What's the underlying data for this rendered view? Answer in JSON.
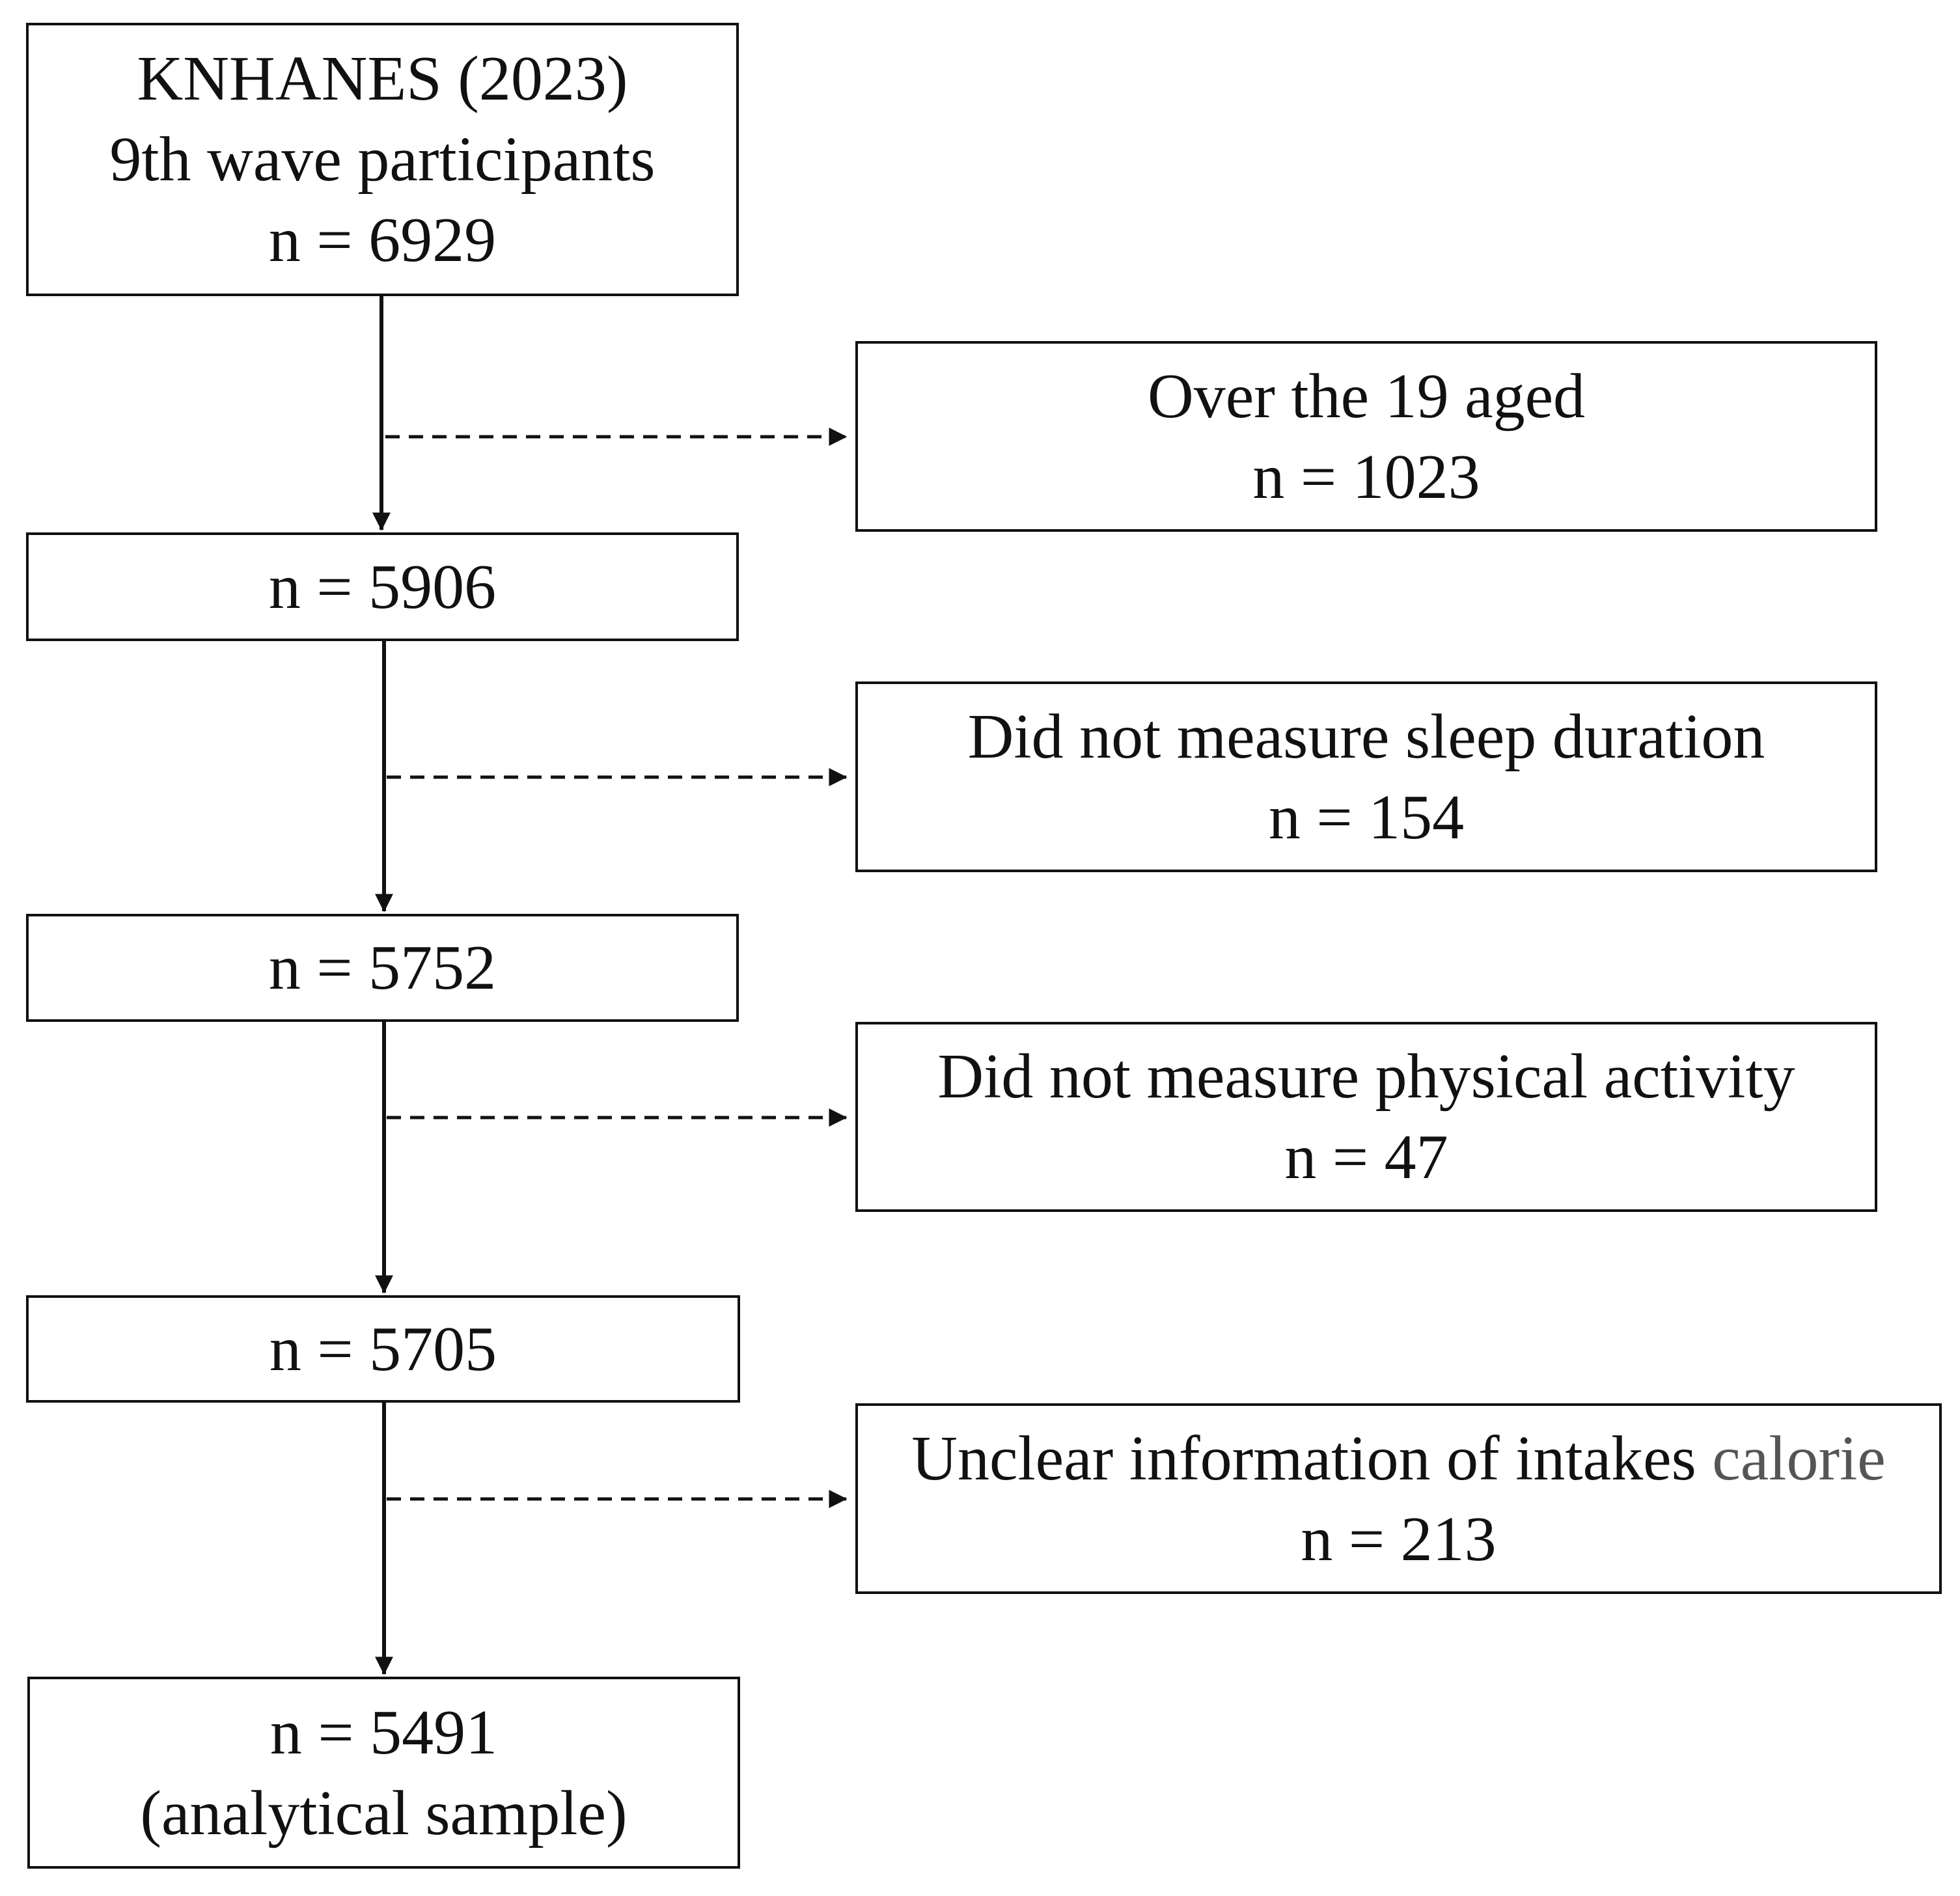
{
  "main_boxes": [
    {
      "lines": [
        "KNHANES (2023)",
        "9th wave participants",
        "n = 6929"
      ]
    },
    {
      "lines": [
        "n = 5906"
      ]
    },
    {
      "lines": [
        "n = 5752"
      ]
    },
    {
      "lines": [
        "n = 5705"
      ]
    },
    {
      "lines": [
        "n = 5491",
        "(analytical sample)"
      ]
    }
  ],
  "exclusion_boxes": [
    {
      "label": "Over the 19 aged",
      "count": "n = 1023"
    },
    {
      "label": "Did not measure sleep duration",
      "count": "n = 154"
    },
    {
      "label": "Did not measure physical activity",
      "count": "n = 47"
    },
    {
      "label_main": "Unclear information of intakes ",
      "label_muted": "calorie",
      "count": "n = 213"
    }
  ],
  "colors": {
    "stroke": "#111111",
    "muted_text": "#555555",
    "background": "#ffffff"
  }
}
